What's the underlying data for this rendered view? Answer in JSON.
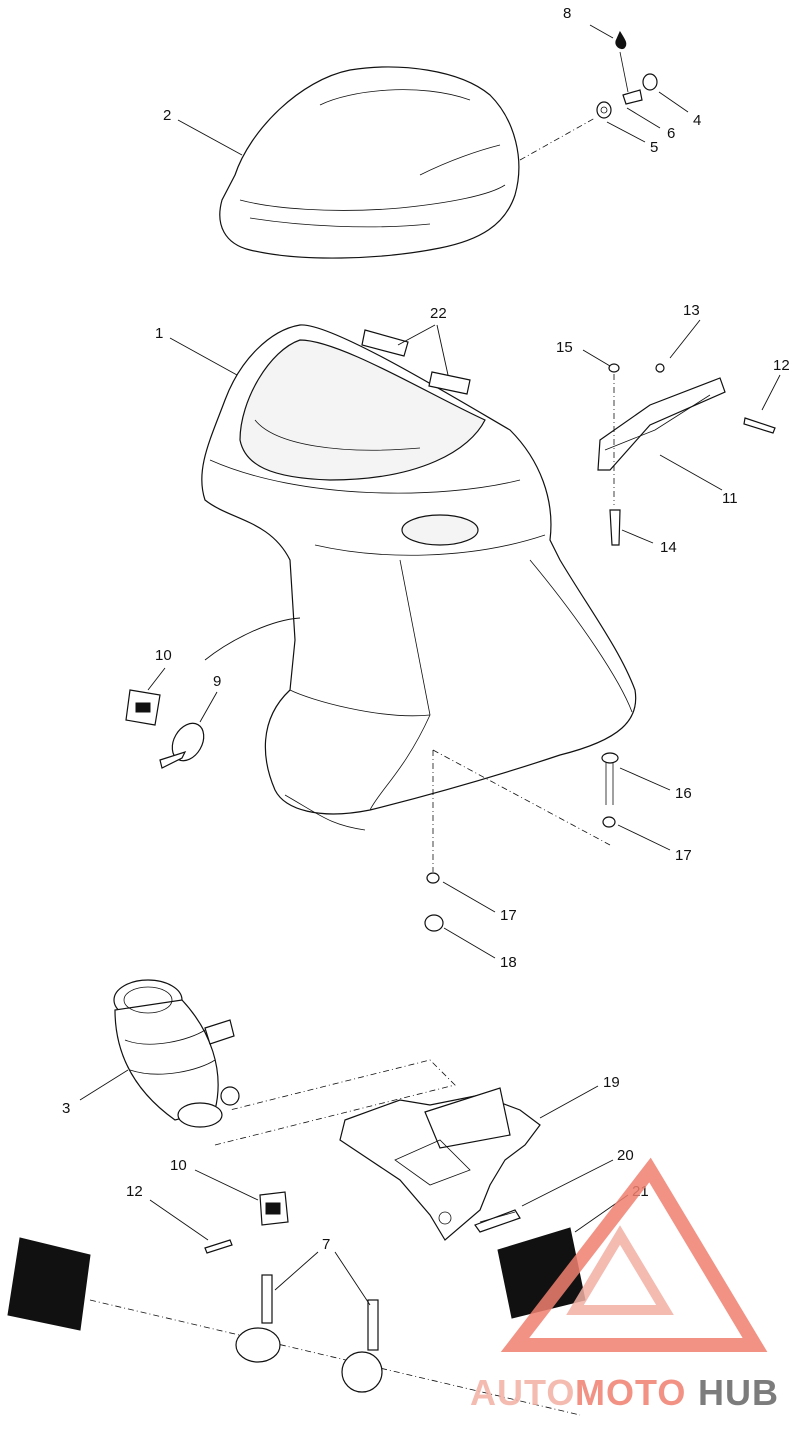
{
  "diagram": {
    "callouts": [
      "1",
      "2",
      "3",
      "4",
      "5",
      "6",
      "7",
      "8",
      "9",
      "10",
      "10",
      "11",
      "12",
      "12",
      "13",
      "14",
      "15",
      "16",
      "17",
      "17",
      "18",
      "19",
      "20",
      "21",
      "22"
    ]
  },
  "watermark": {
    "text_part1": "AUTO",
    "text_part2": "MOTO",
    "text_part3": "HUB",
    "color_main": "#f08070",
    "color_dark": "#666666",
    "color_light": "#f3b0a4"
  }
}
